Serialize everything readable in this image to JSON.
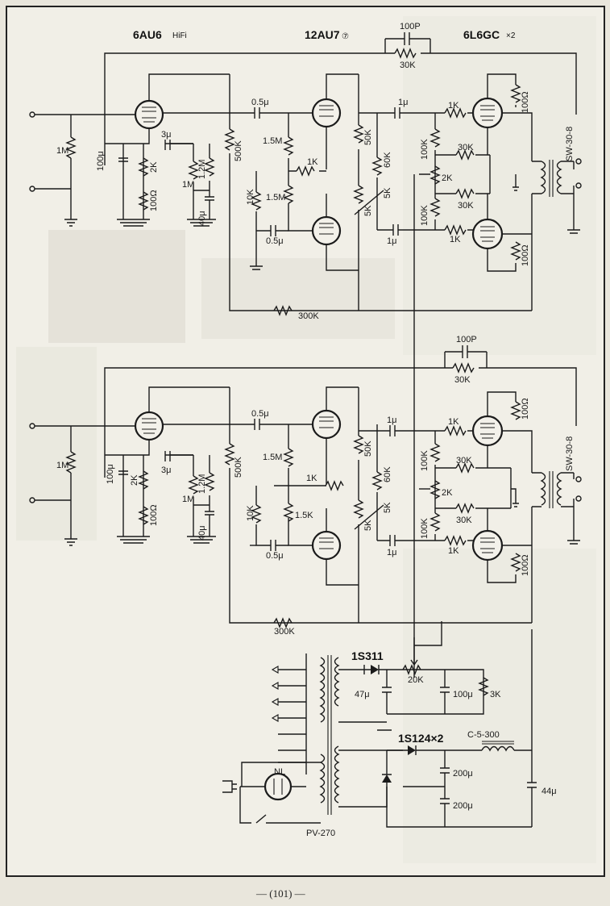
{
  "headers": {
    "tube_preamp": "6AU6",
    "tube_preamp_suffix": "HiFi",
    "tube_pi": "12AU7",
    "tube_pi_mark": "⑦",
    "tube_out": "6L6GC",
    "tube_out_suffix": "×2"
  },
  "upper": {
    "r_in": "1M",
    "c_cath": "100μ",
    "r_cath2k": "2K",
    "r_cath100": "100Ω",
    "c_3u": "3μ",
    "r_1m2": "1.2M",
    "r_1m": "1M",
    "c_40u": "40μ",
    "r_500k": "500K",
    "c_05_top": "0.5μ",
    "r_15m_a": "1.5M",
    "r_1k": "1K",
    "r_15m_b": "1.5M",
    "r_10k": "10K",
    "c_05_bot": "0.5μ",
    "r_50k": "50K",
    "r_60k": "60K",
    "r_5k_a": "5K",
    "r_5k_b": "5K",
    "c_1u_top": "1μ",
    "c_1u_bot": "1μ",
    "r_300k": "300K",
    "c_100p": "100P",
    "r_30k_fb": "30K",
    "r_grid1k_top": "1K",
    "r_grid1k_bot": "1K",
    "r_100k_top": "100K",
    "r_100k_bot": "100K",
    "r_2k": "2K",
    "r_30k_a": "30K",
    "r_30k_b": "30K",
    "r_100_top": "100Ω",
    "r_100_bot": "100Ω",
    "transformer": "SW-30-8"
  },
  "lower": {
    "r_in": "1M",
    "c_cath": "100μ",
    "r_cath2k": "2K",
    "r_cath100": "100Ω",
    "c_3u": "3μ",
    "r_1m2": "1.2M",
    "r_1m": "1M",
    "c_40u": "40μ",
    "r_500k": "500K",
    "c_05_top": "0.5μ",
    "r_15m": "1.5M",
    "r_1k": "1K",
    "r_15k": "1.5K",
    "r_10k": "10K",
    "c_05_bot": "0.5μ",
    "r_50k": "50K",
    "r_60k": "60K",
    "r_5k_a": "5K",
    "r_5k_b": "5K",
    "c_1u_top": "1μ",
    "c_1u_bot": "1μ",
    "r_300k": "300K",
    "c_100p": "100P",
    "r_30k_fb": "30K",
    "r_grid1k_top": "1K",
    "r_grid1k_bot": "1K",
    "r_100k_top": "100K",
    "r_100k_bot": "100K",
    "r_2k": "2K",
    "r_30k_a": "30K",
    "r_30k_b": "30K",
    "r_100_top": "100Ω",
    "r_100_bot": "100Ω",
    "transformer": "SW-30-8"
  },
  "power": {
    "diode_bias": "1S311",
    "c_47u": "47μ",
    "r_20k": "20K",
    "c_100u": "100μ",
    "r_3k": "3K",
    "diode_rect": "1S124×2",
    "choke": "C-5-300",
    "c_200u_a": "200μ",
    "c_200u_b": "200μ",
    "c_44u": "44μ",
    "lamp": "NL",
    "ptrans": "PV-270"
  },
  "page_number": "— (101) —"
}
